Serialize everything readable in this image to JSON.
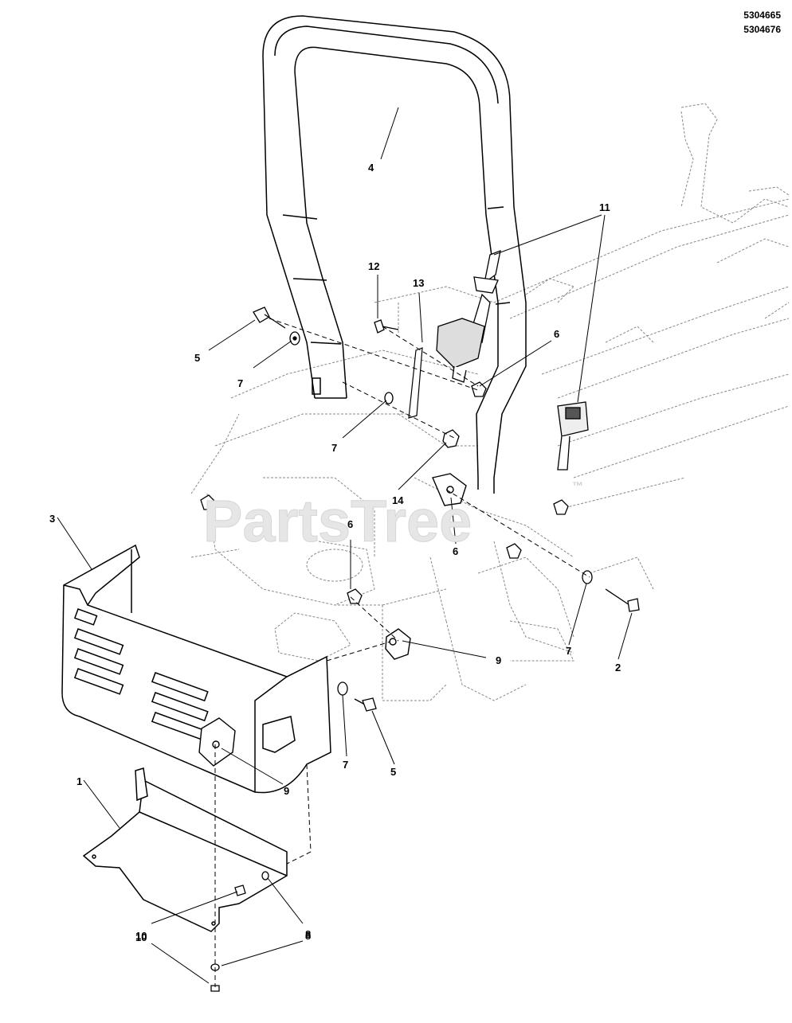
{
  "doc_numbers": [
    "5304665",
    "5304676"
  ],
  "watermark": {
    "text": "PartsTree",
    "tm": "™"
  },
  "callouts": [
    "1",
    "2",
    "3",
    "4",
    "5",
    "5",
    "6",
    "6",
    "6",
    "7",
    "7",
    "7",
    "7",
    "8",
    "8",
    "9",
    "9",
    "10",
    "10",
    "11",
    "12",
    "13",
    "14"
  ]
}
